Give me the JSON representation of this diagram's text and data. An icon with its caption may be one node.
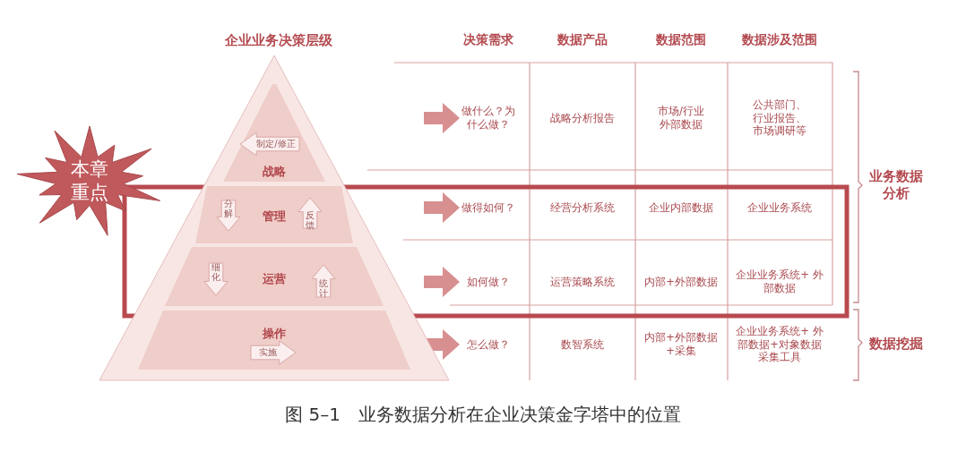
{
  "diagram": {
    "caption": "图 5–1　业务数据分析在企业决策金字塔中的位置",
    "nodes": [
      {
        "text": [
          "企业业务决策层级"
        ]
      },
      {
        "text": [
          "战略"
        ],
        "in": 0
      },
      {
        "text": [
          "管理"
        ],
        "in": 0
      },
      {
        "text": [
          "运营"
        ],
        "in": 0
      },
      {
        "text": [
          "操作"
        ],
        "in": 0
      },
      {
        "text": [
          "制定/修正"
        ],
        "in": 1
      },
      {
        "text": [
          "分解"
        ],
        "in": 2
      },
      {
        "text": [
          "反馈"
        ],
        "in": 2
      },
      {
        "text": [
          "细化"
        ],
        "in": 3
      },
      {
        "text": [
          "统计"
        ],
        "in": 3
      },
      {
        "text": [
          "实施"
        ],
        "in": 4
      },
      {
        "text": [
          "本章重点"
        ]
      }
    ],
    "edges": [],
    "labels": [
      "决策需求",
      "数据产品",
      "数据范围",
      "数据涉及范围",
      "做什么？为什么做？",
      "战略分析报告",
      "市场/行业外部数据",
      "公共部门、行业报告、市场调研等",
      "做得如何？",
      "经营分析系统",
      "企业内部数据",
      "企业业务系统",
      "如何做？",
      "运营策略系统",
      "内部+外部数据",
      "企业业务系统+ 外部数据",
      "怎么做？",
      "数智系统",
      "内部+外部数据+采集",
      "企业业务系统+ 外部数据+对象数据采集工具",
      "业务数据分析",
      "数据挖掘"
    ]
  }
}
